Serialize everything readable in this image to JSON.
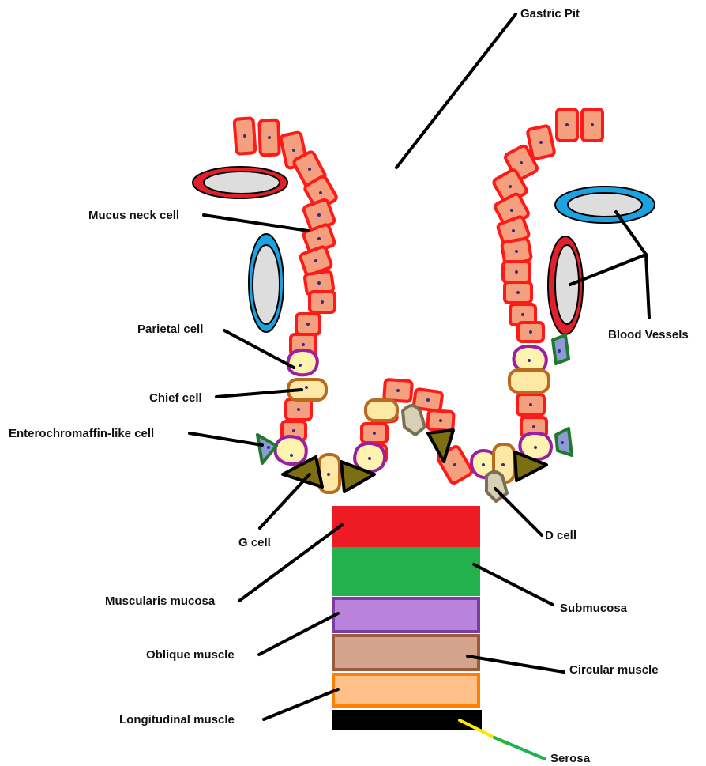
{
  "labels": {
    "gastric_pit": "Gastric Pit",
    "mucus_neck_cell": "Mucus neck cell",
    "parietal_cell": "Parietal cell",
    "chief_cell": "Chief cell",
    "enterochromaffin_like_cell": "Enterochromaffin-like cell",
    "g_cell": "G cell",
    "d_cell": "D cell",
    "blood_vessels": "Blood Vessels",
    "muscularis_mucosa": "Muscularis mucosa",
    "submucosa": "Submucosa",
    "oblique_muscle": "Oblique muscle",
    "circular_muscle": "Circular muscle",
    "longitudinal_muscle": "Longitudinal muscle",
    "serosa": "Serosa"
  },
  "colors": {
    "mucus_cell_fill": "#f4a07f",
    "mucus_cell_border": "#ff1a1a",
    "parietal_fill": "#fff3b0",
    "parietal_border": "#9b1f9e",
    "chief_fill": "#fde8a6",
    "chief_border": "#b86a1e",
    "ecl_fill": "#8e9ad6",
    "ecl_border": "#1f7a2e",
    "g_cell_fill": "#7c6f12",
    "d_cell_fill": "#d8d0b4",
    "d_cell_border": "#7a6e55",
    "nucleus": "#3a2a8a",
    "vessel_lumen": "#dddddd",
    "artery": "#e0202a",
    "vein": "#1aa3e0",
    "muscularis_mucosa": "#ed1c24",
    "submucosa": "#22b14c",
    "oblique_muscle": "#b983db",
    "oblique_border": "#7a3ea0",
    "circular_muscle": "#d4a38b",
    "circular_border": "#9c5a3c",
    "longitudinal_muscle": "#ffc08a",
    "longitudinal_border": "#ff7f00",
    "serosa": "#000000"
  }
}
